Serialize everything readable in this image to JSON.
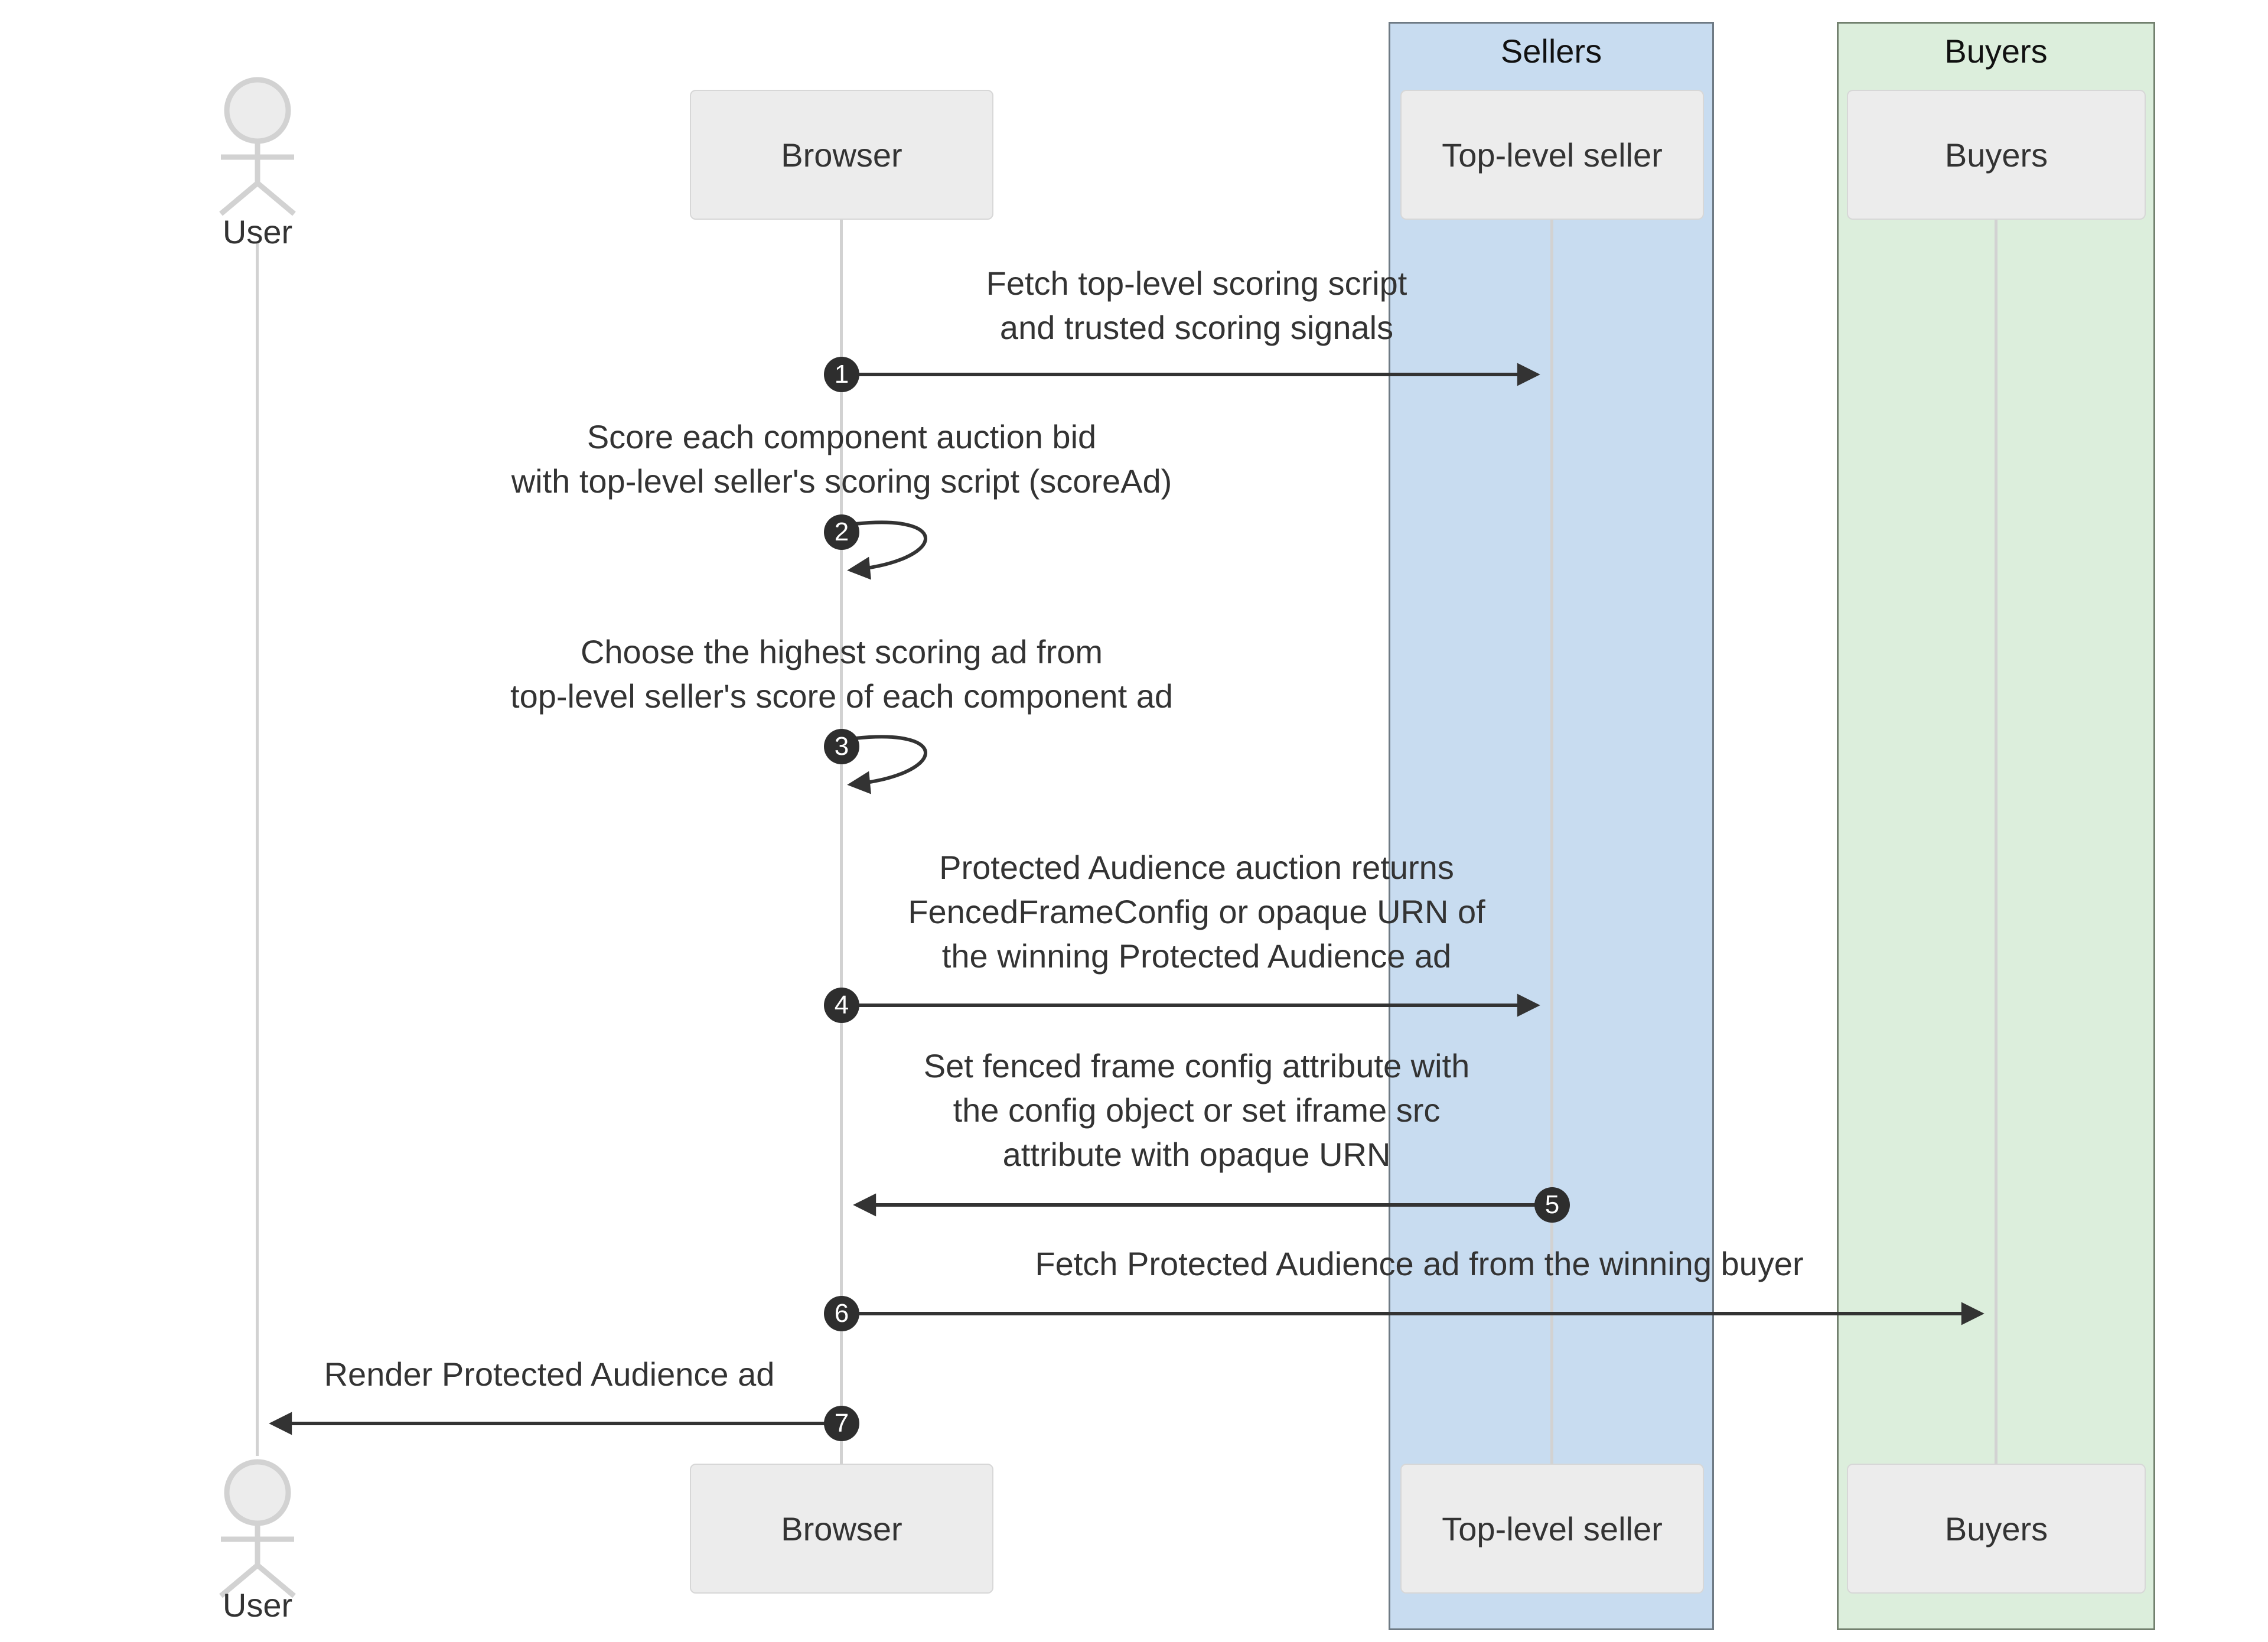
{
  "groups": {
    "sellers": {
      "label": "Sellers",
      "fill": "#c8dcf0",
      "border": "#6e7a84"
    },
    "buyers": {
      "label": "Buyers",
      "fill": "#dceedc",
      "border": "#72806e"
    }
  },
  "actors": {
    "user": {
      "label": "User"
    },
    "browser": {
      "label": "Browser"
    },
    "seller": {
      "label": "Top-level seller"
    },
    "buyers": {
      "label": "Buyers"
    }
  },
  "messages": [
    {
      "num": "1",
      "from": "Browser",
      "to": "Top-level seller",
      "kind": "arrow-right",
      "lines": [
        "Fetch top-level scoring script",
        "and trusted scoring signals"
      ]
    },
    {
      "num": "2",
      "from": "Browser",
      "to": "Browser",
      "kind": "self-loop",
      "lines": [
        "Score each component auction bid",
        "with top-level seller's scoring script (scoreAd)"
      ]
    },
    {
      "num": "3",
      "from": "Browser",
      "to": "Browser",
      "kind": "self-loop",
      "lines": [
        "Choose the highest scoring ad from",
        "top-level seller's score of each component ad"
      ]
    },
    {
      "num": "4",
      "from": "Browser",
      "to": "Top-level seller",
      "kind": "arrow-right",
      "lines": [
        "Protected Audience auction returns",
        "FencedFrameConfig or opaque URN of",
        "the winning Protected Audience ad"
      ]
    },
    {
      "num": "5",
      "from": "Top-level seller",
      "to": "Browser",
      "kind": "arrow-left",
      "lines": [
        "Set fenced frame config attribute with",
        "the config object or set iframe src",
        "attribute with opaque URN"
      ]
    },
    {
      "num": "6",
      "from": "Browser",
      "to": "Buyers",
      "kind": "arrow-right",
      "lines": [
        "Fetch Protected Audience ad from the winning buyer"
      ]
    },
    {
      "num": "7",
      "from": "Browser",
      "to": "User",
      "kind": "arrow-left",
      "lines": [
        "Render Protected Audience ad"
      ]
    }
  ],
  "colors": {
    "arrow": "#333333",
    "lifeline": "#d2d2d2",
    "actor_box_fill": "#ececec",
    "actor_box_border": "#d7d7d7",
    "number_badge_fill": "#2e2e2e",
    "number_badge_text": "#ffffff",
    "text": "#333333"
  }
}
